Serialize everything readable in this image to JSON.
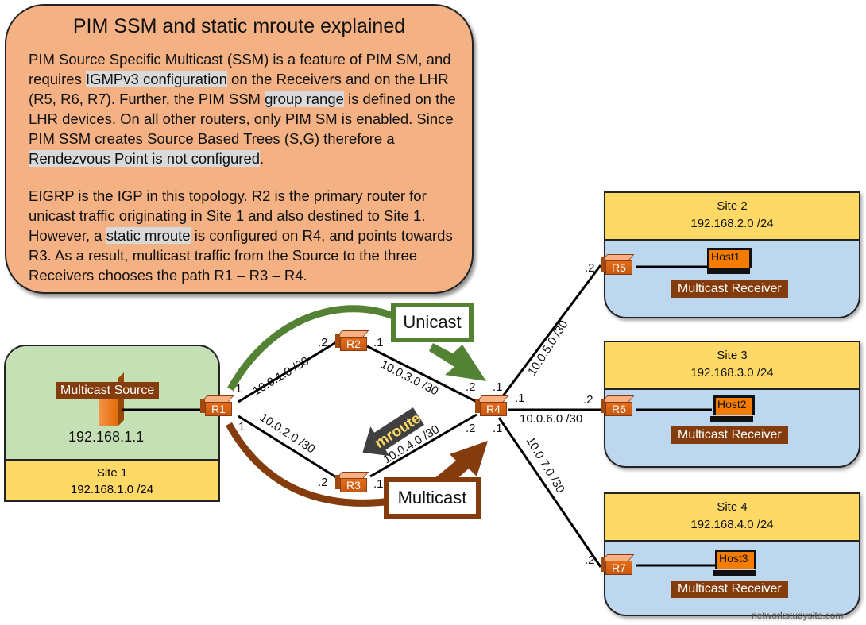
{
  "explanation": {
    "title": "PIM SSM and static mroute explained",
    "para1": [
      {
        "t": "PIM Source Specific Multicast (SSM) is a feature of PIM SM, and requires "
      },
      {
        "t": "IGMPv3 configuration",
        "hl": true
      },
      {
        "t": " on the Receivers and on the LHR (R5, R6, R7). Further, the PIM SSM "
      },
      {
        "t": "group range",
        "hl": true
      },
      {
        "t": " is defined on the LHR devices. On all other routers, only PIM SM is enabled. Since PIM SSM creates Source Based Trees (S,G) therefore a "
      },
      {
        "t": "Rendezvous Point is not configured",
        "hl": true
      },
      {
        "t": "."
      }
    ],
    "para2": [
      {
        "t": "EIGRP is the IGP in this topology. R2 is the primary router for unicast traffic originating in Site 1 and also destined to Site 1. However, a "
      },
      {
        "t": "static mroute",
        "hl": true
      },
      {
        "t": " is configured on R4, and points towards R3. As a result, multicast traffic from the Source to the three Receivers chooses the path R1 – R3 – R4."
      }
    ]
  },
  "site1": {
    "name": "Site 1",
    "subnet": "192.168.1.0 /24",
    "source_label": "Multicast Source",
    "source_ip": "192.168.1.1"
  },
  "sites": [
    {
      "name": "Site 2",
      "subnet": "192.168.2.0 /24",
      "router": "R5",
      "host": "Host1",
      "receiver": "Multicast Receiver"
    },
    {
      "name": "Site 3",
      "subnet": "192.168.3.0 /24",
      "router": "R6",
      "host": "Host2",
      "receiver": "Multicast Receiver"
    },
    {
      "name": "Site 4",
      "subnet": "192.168.4.0 /24",
      "router": "R7",
      "host": "Host3",
      "receiver": "Multicast Receiver"
    }
  ],
  "routers": {
    "r1": "R1",
    "r2": "R2",
    "r3": "R3",
    "r4": "R4"
  },
  "links": {
    "r1_r2": "10.0.1.0 /30",
    "r1_r3": "10.0.2.0 /30",
    "r2_r4": "10.0.3.0 /30",
    "r3_r4": "10.0.4.0 /30",
    "r4_r5": "10.0.5.0 /30",
    "r4_r6": "10.0.6.0 /30",
    "r4_r7": "10.0.7.0 /30"
  },
  "iface": {
    "d1": ".1",
    "d2": ".2",
    "r1_lower": "1"
  },
  "callouts": {
    "unicast": "Unicast",
    "multicast": "Multicast",
    "mroute": "mroute"
  },
  "colors": {
    "unicast": "#548235",
    "multicast": "#843c0c",
    "mroute": "#404040",
    "mroute_text": "#ffd966"
  },
  "watermark": "networkstudysite.com"
}
